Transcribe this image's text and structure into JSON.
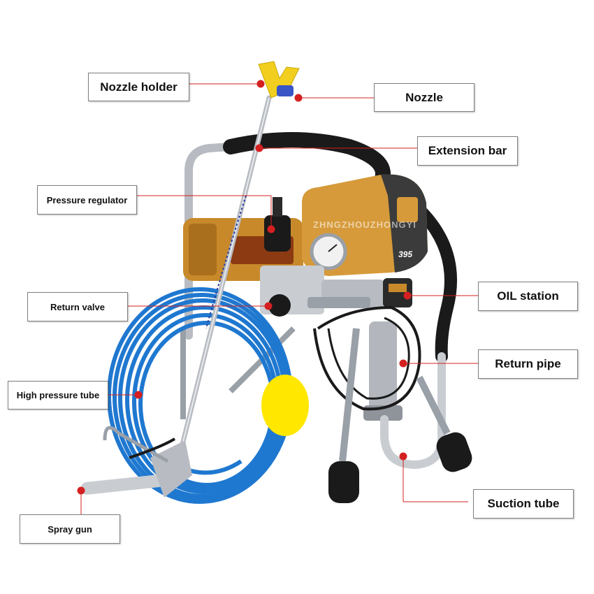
{
  "colors": {
    "leader": "#d42020",
    "hose": "#1f78d0",
    "body": "#c8892a",
    "black": "#1a1a1a",
    "chrome": "#b8bcc2"
  },
  "product": {
    "watermark": "ZHNGZHOUZHONGYI",
    "model_badge": "395"
  },
  "labels": {
    "nozzle_holder": "Nozzle holder",
    "nozzle": "Nozzle",
    "extension_bar": "Extension bar",
    "pressure_regulator": "Pressure regulator",
    "return_valve": "Return valve",
    "oil_station": "OIL station",
    "return_pipe": "Return pipe",
    "high_pressure_tube": "High pressure tube",
    "spray_gun": "Spray gun",
    "suction_tube": "Suction tube"
  }
}
